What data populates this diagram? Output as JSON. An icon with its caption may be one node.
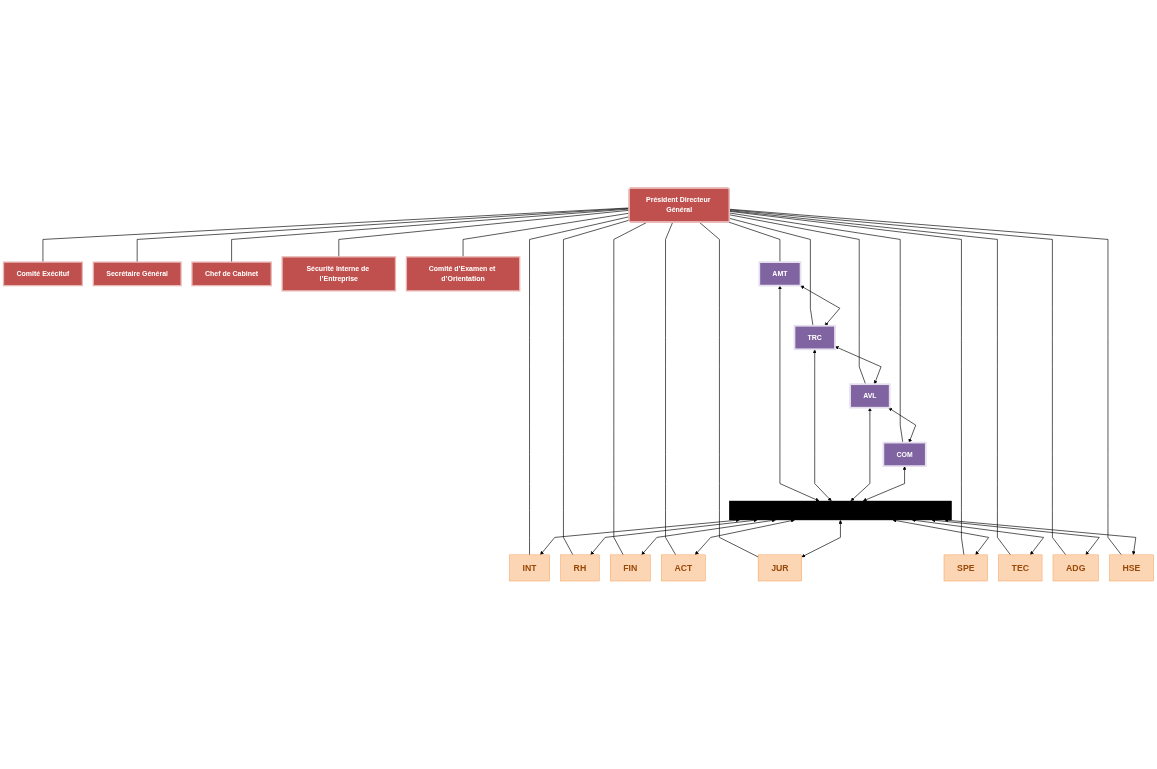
{
  "diagram": {
    "nodes": [
      {
        "text": [
          "Président Directeur Général"
        ]
      },
      {
        "text": [
          "Comité Exécituf"
        ]
      },
      {
        "text": [
          "Secrétaire Général"
        ]
      },
      {
        "text": [
          "Chef de Cabinet"
        ]
      },
      {
        "text": [
          "Sécurité Interne de l’Entreprise"
        ]
      },
      {
        "text": [
          "Comité d’Examen et d’Orientation"
        ]
      },
      {
        "text": [
          "AMT"
        ]
      },
      {
        "text": [
          "TRC"
        ]
      },
      {
        "text": [
          "AVL"
        ]
      },
      {
        "text": [
          "COM"
        ]
      },
      {
        "text": [
          "INT"
        ]
      },
      {
        "text": [
          "RH"
        ]
      },
      {
        "text": [
          "FIN"
        ]
      },
      {
        "text": [
          "ACT"
        ]
      },
      {
        "text": [
          "JUR"
        ]
      },
      {
        "text": [
          "SPE"
        ]
      },
      {
        "text": [
          "TEC"
        ]
      },
      {
        "text": [
          "ADG"
        ]
      },
      {
        "text": [
          "HSE"
        ]
      },
      {
        "text": [],
        "shape": "bar"
      }
    ],
    "edges": [
      {
        "from": 0,
        "to": 1,
        "arrow": "none"
      },
      {
        "from": 0,
        "to": 2,
        "arrow": "none"
      },
      {
        "from": 0,
        "to": 3,
        "arrow": "none"
      },
      {
        "from": 0,
        "to": 4,
        "arrow": "none"
      },
      {
        "from": 0,
        "to": 5,
        "arrow": "none"
      },
      {
        "from": 0,
        "to": 6,
        "arrow": "none"
      },
      {
        "from": 0,
        "to": 7,
        "arrow": "none"
      },
      {
        "from": 0,
        "to": 8,
        "arrow": "none"
      },
      {
        "from": 0,
        "to": 9,
        "arrow": "none"
      },
      {
        "from": 6,
        "to": 7,
        "arrow": "both"
      },
      {
        "from": 7,
        "to": 8,
        "arrow": "both"
      },
      {
        "from": 8,
        "to": 9,
        "arrow": "both"
      },
      {
        "from": 0,
        "to": 10,
        "arrow": "none"
      },
      {
        "from": 0,
        "to": 11,
        "arrow": "none"
      },
      {
        "from": 0,
        "to": 12,
        "arrow": "none"
      },
      {
        "from": 0,
        "to": 13,
        "arrow": "none"
      },
      {
        "from": 0,
        "to": 14,
        "arrow": "none"
      },
      {
        "from": 0,
        "to": 15,
        "arrow": "none"
      },
      {
        "from": 0,
        "to": 16,
        "arrow": "none"
      },
      {
        "from": 0,
        "to": 17,
        "arrow": "none"
      },
      {
        "from": 0,
        "to": 18,
        "arrow": "none"
      },
      {
        "from": 6,
        "to": 19,
        "arrow": "both"
      },
      {
        "from": 7,
        "to": 19,
        "arrow": "both"
      },
      {
        "from": 8,
        "to": 19,
        "arrow": "both"
      },
      {
        "from": 9,
        "to": 19,
        "arrow": "both"
      },
      {
        "from": 19,
        "to": 10,
        "arrow": "both"
      },
      {
        "from": 19,
        "to": 11,
        "arrow": "both"
      },
      {
        "from": 19,
        "to": 12,
        "arrow": "both"
      },
      {
        "from": 19,
        "to": 13,
        "arrow": "both"
      },
      {
        "from": 19,
        "to": 14,
        "arrow": "both"
      },
      {
        "from": 19,
        "to": 15,
        "arrow": "both"
      },
      {
        "from": 19,
        "to": 16,
        "arrow": "both"
      },
      {
        "from": 19,
        "to": 17,
        "arrow": "both"
      },
      {
        "from": 19,
        "to": 18,
        "arrow": "both"
      }
    ]
  }
}
